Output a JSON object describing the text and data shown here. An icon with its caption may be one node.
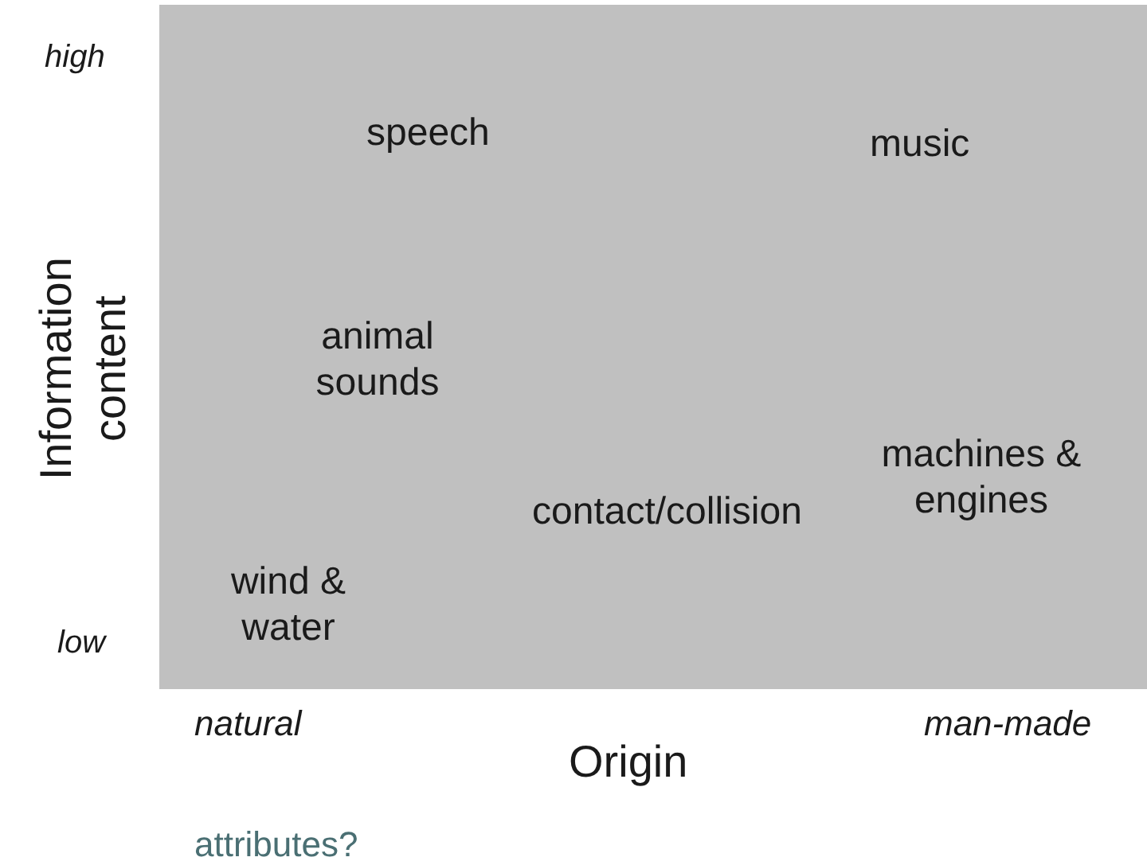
{
  "diagram": {
    "labels": [
      "high",
      "speech",
      "music",
      "Information content",
      "animal sounds",
      "machines & engines",
      "contact/collision",
      "wind & water",
      "low",
      "natural",
      "man-made",
      "Origin",
      "attributes?"
    ]
  }
}
